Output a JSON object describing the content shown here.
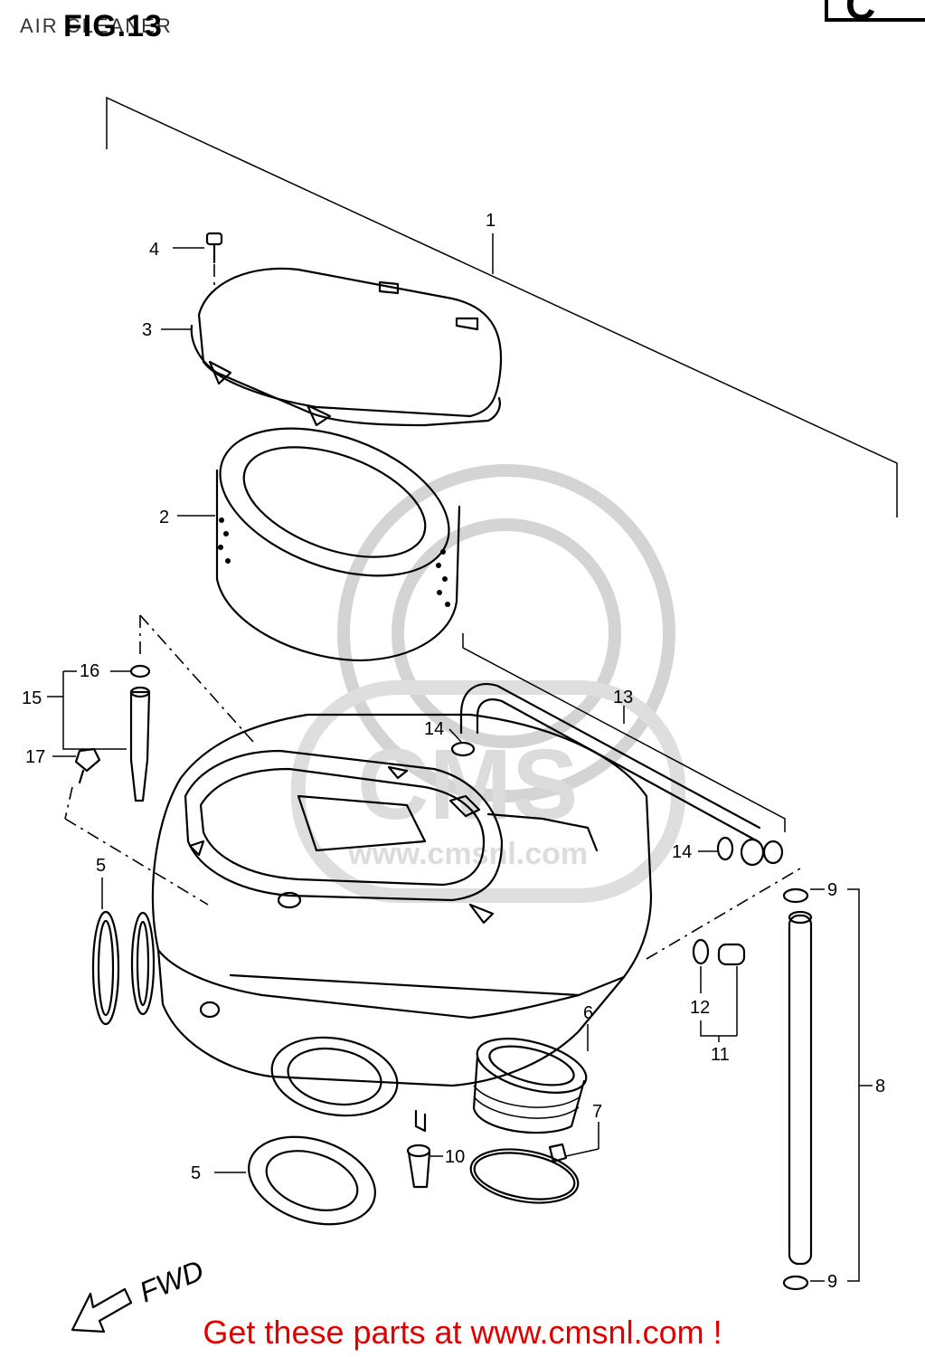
{
  "header": {
    "section_title": "AIR CLEANER",
    "figure_label": "FIG.13",
    "corner_letter": "C"
  },
  "callouts": [
    {
      "id": "c1",
      "label": "1"
    },
    {
      "id": "c2",
      "label": "2"
    },
    {
      "id": "c3",
      "label": "3"
    },
    {
      "id": "c4",
      "label": "4"
    },
    {
      "id": "c5a",
      "label": "5"
    },
    {
      "id": "c5b",
      "label": "5"
    },
    {
      "id": "c6",
      "label": "6"
    },
    {
      "id": "c7",
      "label": "7"
    },
    {
      "id": "c8",
      "label": "8"
    },
    {
      "id": "c9a",
      "label": "9"
    },
    {
      "id": "c9b",
      "label": "9"
    },
    {
      "id": "c10",
      "label": "10"
    },
    {
      "id": "c11",
      "label": "11"
    },
    {
      "id": "c12",
      "label": "12"
    },
    {
      "id": "c13",
      "label": "13"
    },
    {
      "id": "c14a",
      "label": "14"
    },
    {
      "id": "c14b",
      "label": "14"
    },
    {
      "id": "c15",
      "label": "15"
    },
    {
      "id": "c16",
      "label": "16"
    },
    {
      "id": "c17",
      "label": "17"
    }
  ],
  "direction_label": "FWD",
  "watermark": {
    "brand": "CMS",
    "url": "www.cmsnl.com"
  },
  "footer": {
    "cta": "Get these parts at www.cmsnl.com !",
    "cta_color": "#e00000"
  }
}
